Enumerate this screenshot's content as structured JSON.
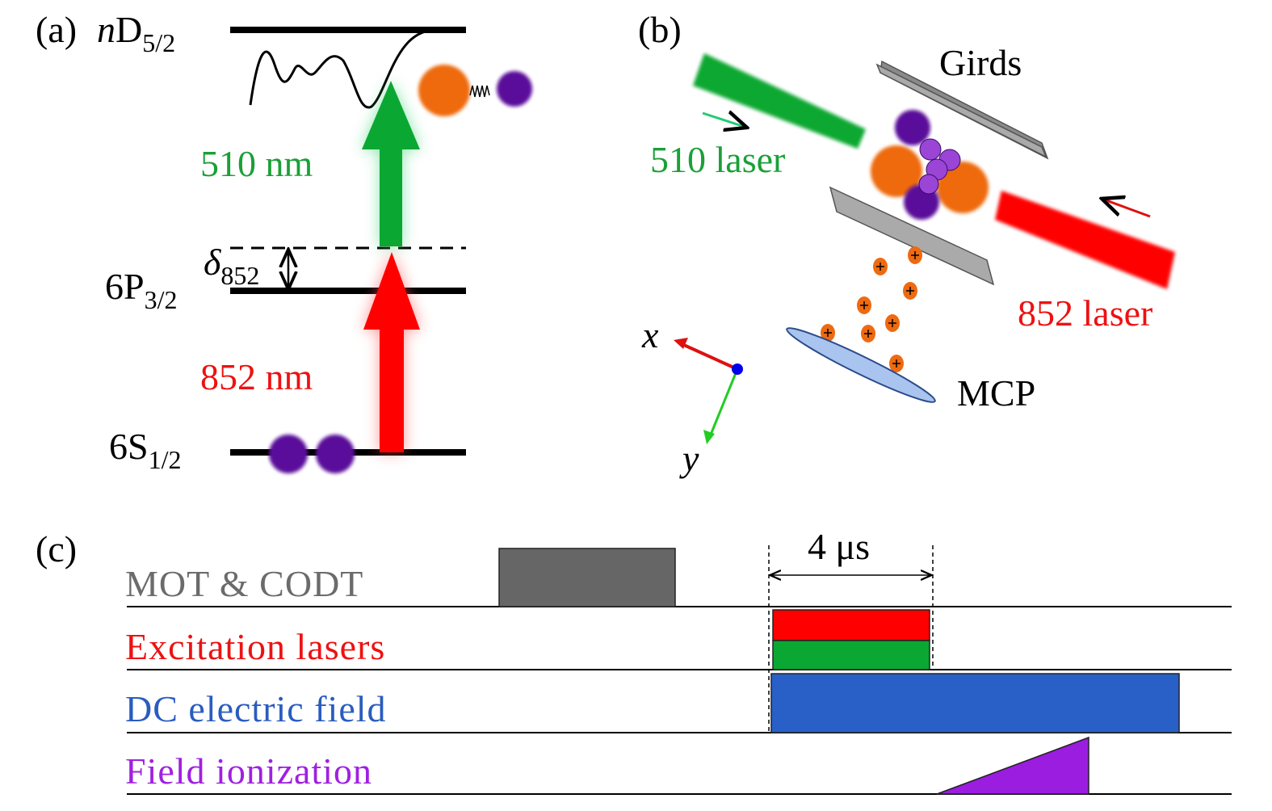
{
  "panel_a": {
    "label": "(a)",
    "levels": {
      "nd": {
        "main": "nD",
        "italic": "n",
        "roman": "D",
        "sub": "5/2"
      },
      "p": {
        "main": "6P",
        "sub": "3/2"
      },
      "s": {
        "main": "6S",
        "sub": "1/2"
      }
    },
    "detuning": {
      "symbol": "δ",
      "sub": "852"
    },
    "lasers": {
      "green": "510 nm",
      "red": "852 nm"
    }
  },
  "panel_b": {
    "label": "(b)",
    "grids": "Girds",
    "green_laser": "510 laser",
    "red_laser": "852 laser",
    "detector": "MCP",
    "axes": {
      "x": "x",
      "y": "y"
    }
  },
  "panel_c": {
    "label": "(c)",
    "duration": "4 μs",
    "rows": [
      {
        "label": "MOT & CODT",
        "color": "#6b6b6b"
      },
      {
        "label": "Excitation lasers",
        "color": "#ee1111"
      },
      {
        "label": "DC electric field",
        "color": "#2a5cc0"
      },
      {
        "label": "Field ionization",
        "color": "#a020e0"
      }
    ]
  },
  "colors": {
    "green": "#0aa832",
    "red": "#ff0000",
    "orange": "#ee6a10",
    "purple": "#5a0f9a",
    "blue_pulse": "#2860c8",
    "gray_pulse": "#666666",
    "ramp": "#9b1de0"
  }
}
